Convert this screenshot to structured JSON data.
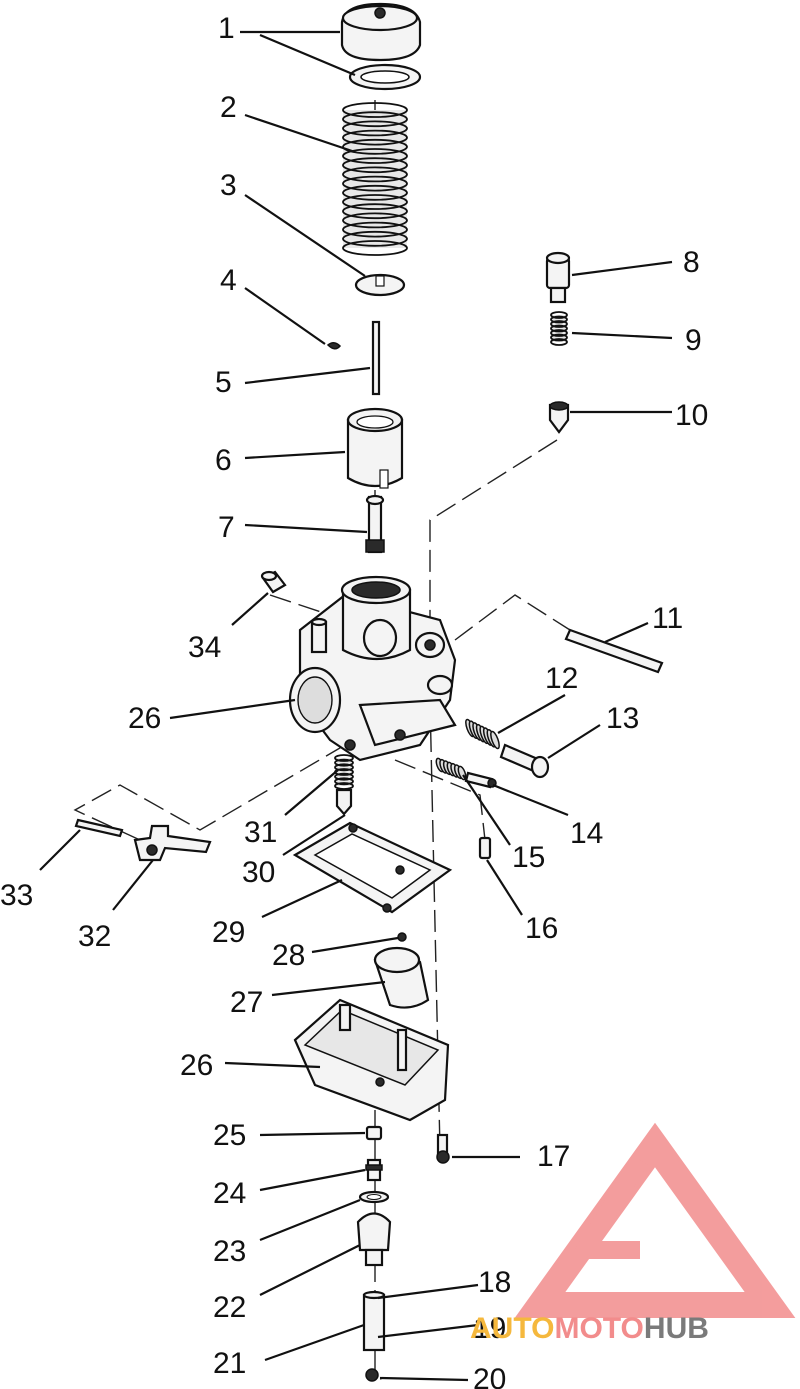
{
  "diagram": {
    "labels": [
      {
        "id": "1",
        "text": "1"
      },
      {
        "id": "2",
        "text": "2"
      },
      {
        "id": "3",
        "text": "3"
      },
      {
        "id": "4",
        "text": "4"
      },
      {
        "id": "5",
        "text": "5"
      },
      {
        "id": "6",
        "text": "6"
      },
      {
        "id": "7",
        "text": "7"
      },
      {
        "id": "8",
        "text": "8"
      },
      {
        "id": "9",
        "text": "9"
      },
      {
        "id": "10",
        "text": "10"
      },
      {
        "id": "11",
        "text": "11"
      },
      {
        "id": "12",
        "text": "12"
      },
      {
        "id": "13",
        "text": "13"
      },
      {
        "id": "14",
        "text": "14"
      },
      {
        "id": "15",
        "text": "15"
      },
      {
        "id": "16",
        "text": "16"
      },
      {
        "id": "17",
        "text": "17"
      },
      {
        "id": "18",
        "text": "18"
      },
      {
        "id": "19",
        "text": "19"
      },
      {
        "id": "20",
        "text": "20"
      },
      {
        "id": "21",
        "text": "21"
      },
      {
        "id": "22",
        "text": "22"
      },
      {
        "id": "23",
        "text": "23"
      },
      {
        "id": "24",
        "text": "24"
      },
      {
        "id": "25",
        "text": "25"
      },
      {
        "id": "26a",
        "text": "26"
      },
      {
        "id": "26b",
        "text": "26"
      },
      {
        "id": "27",
        "text": "27"
      },
      {
        "id": "28",
        "text": "28"
      },
      {
        "id": "29",
        "text": "29"
      },
      {
        "id": "30",
        "text": "30"
      },
      {
        "id": "31",
        "text": "31"
      },
      {
        "id": "32",
        "text": "32"
      },
      {
        "id": "33",
        "text": "33"
      },
      {
        "id": "34",
        "text": "34"
      }
    ]
  },
  "watermark": {
    "part1": "AUTO",
    "part2": "MOTO",
    "part3": "HUB",
    "color1": "#f5b83d",
    "color2": "#f28c8c",
    "color3": "#7a7a7a"
  }
}
